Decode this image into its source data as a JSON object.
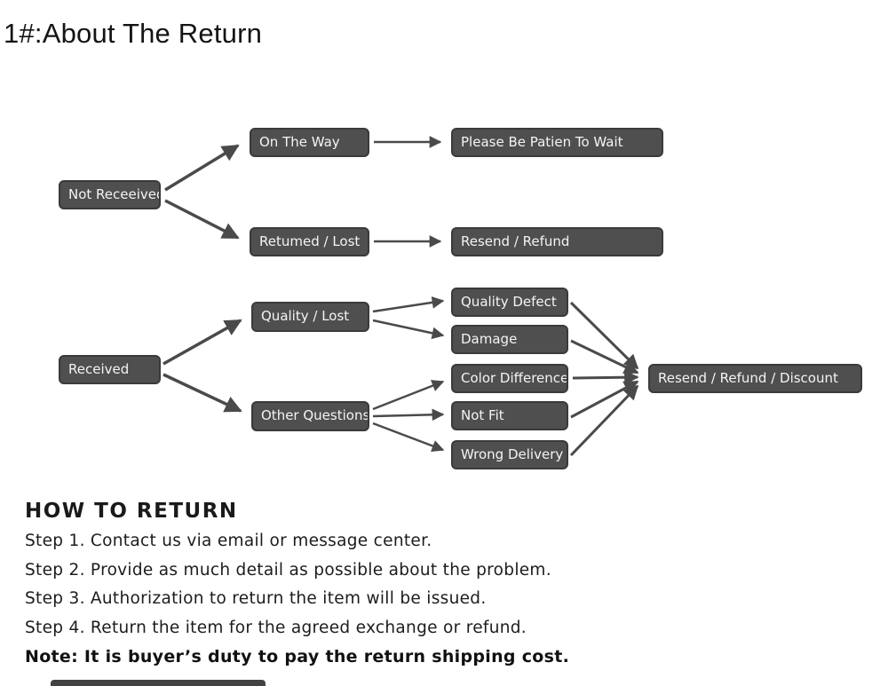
{
  "page": {
    "title": "1#:About The Return"
  },
  "flowchart": {
    "colors": {
      "node_fill": "#4f4f4f",
      "node_border": "#3a3a3a",
      "node_text": "#f4f4f4",
      "arrow": "#4a4a4a"
    },
    "nodes": [
      {
        "id": "not-received",
        "label": "Not Receeived"
      },
      {
        "id": "on-the-way",
        "label": "On The Way"
      },
      {
        "id": "please-wait",
        "label": "Please Be Patien To Wait"
      },
      {
        "id": "returned-lost",
        "label": "Retumed / Lost"
      },
      {
        "id": "resend-refund",
        "label": "Resend / Refund"
      },
      {
        "id": "quality-lost",
        "label": "Quality / Lost"
      },
      {
        "id": "received",
        "label": "Received"
      },
      {
        "id": "other-questions",
        "label": "Other Questions"
      },
      {
        "id": "quality-defect",
        "label": "Quality Defect"
      },
      {
        "id": "damage",
        "label": "Damage"
      },
      {
        "id": "color-difference",
        "label": "Color Difference"
      },
      {
        "id": "not-fit",
        "label": "Not Fit"
      },
      {
        "id": "wrong-delivery",
        "label": "Wrong Delivery"
      },
      {
        "id": "final-resolution",
        "label": "Resend / Refund / Discount"
      }
    ],
    "edges": [
      {
        "from": "not-received",
        "to": "on-the-way"
      },
      {
        "from": "not-received",
        "to": "returned-lost"
      },
      {
        "from": "on-the-way",
        "to": "please-wait"
      },
      {
        "from": "returned-lost",
        "to": "resend-refund"
      },
      {
        "from": "received",
        "to": "quality-lost"
      },
      {
        "from": "received",
        "to": "other-questions"
      },
      {
        "from": "quality-lost",
        "to": "quality-defect"
      },
      {
        "from": "quality-lost",
        "to": "damage"
      },
      {
        "from": "other-questions",
        "to": "color-difference"
      },
      {
        "from": "other-questions",
        "to": "not-fit"
      },
      {
        "from": "other-questions",
        "to": "wrong-delivery"
      },
      {
        "from": "quality-defect",
        "to": "final-resolution"
      },
      {
        "from": "damage",
        "to": "final-resolution"
      },
      {
        "from": "color-difference",
        "to": "final-resolution"
      },
      {
        "from": "not-fit",
        "to": "final-resolution"
      },
      {
        "from": "wrong-delivery",
        "to": "final-resolution"
      }
    ]
  },
  "how_to_return": {
    "heading": "HOW TO RETURN",
    "steps": [
      "Step 1. Contact us via email or message center.",
      "Step 2. Provide as much detail as possible about the problem.",
      "Step 3. Authorization to return the item will be issued.",
      "Step 4. Return the item for the agreed exchange or refund."
    ],
    "note": "Note: It is buyer’s duty to pay the return shipping cost."
  }
}
